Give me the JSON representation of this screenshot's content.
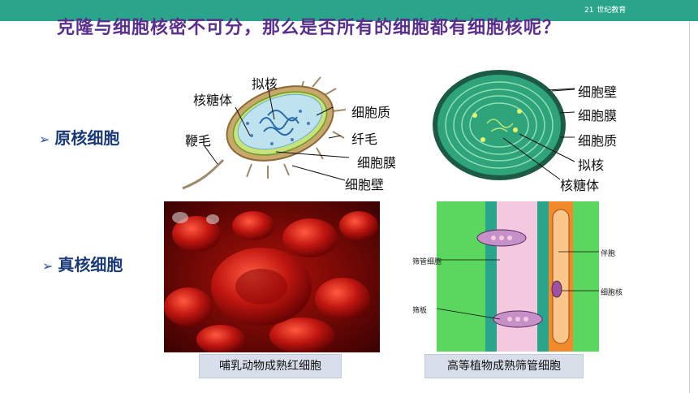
{
  "header": {
    "logo_main": "21",
    "logo_sub": "世纪教育"
  },
  "title": "克隆与细胞核密不可分，那么是否所有的细胞都有细胞核呢？",
  "prokaryote": {
    "bullet": "原核细胞",
    "bacteria_labels": {
      "nucleoid": "拟核",
      "ribosome": "核糖体",
      "cytoplasm": "细胞质",
      "flagellum": "鞭毛",
      "pili": "纤毛",
      "membrane": "细胞膜",
      "wall": "细胞壁"
    },
    "round_labels": {
      "wall": "细胞壁",
      "membrane": "细胞膜",
      "cytoplasm": "细胞质",
      "nucleoid": "拟核",
      "ribosome": "核糖体"
    }
  },
  "eukaryote": {
    "bullet": "真核细胞",
    "caption_rbc": "哺乳动物成熟红细胞",
    "caption_sieve": "高等植物成熟筛管细胞",
    "sieve_labels": {
      "sieve_tube": "筛管细胞",
      "sieve_plate": "筛板",
      "companion": "伴胞",
      "nucleus": "细胞核"
    }
  }
}
